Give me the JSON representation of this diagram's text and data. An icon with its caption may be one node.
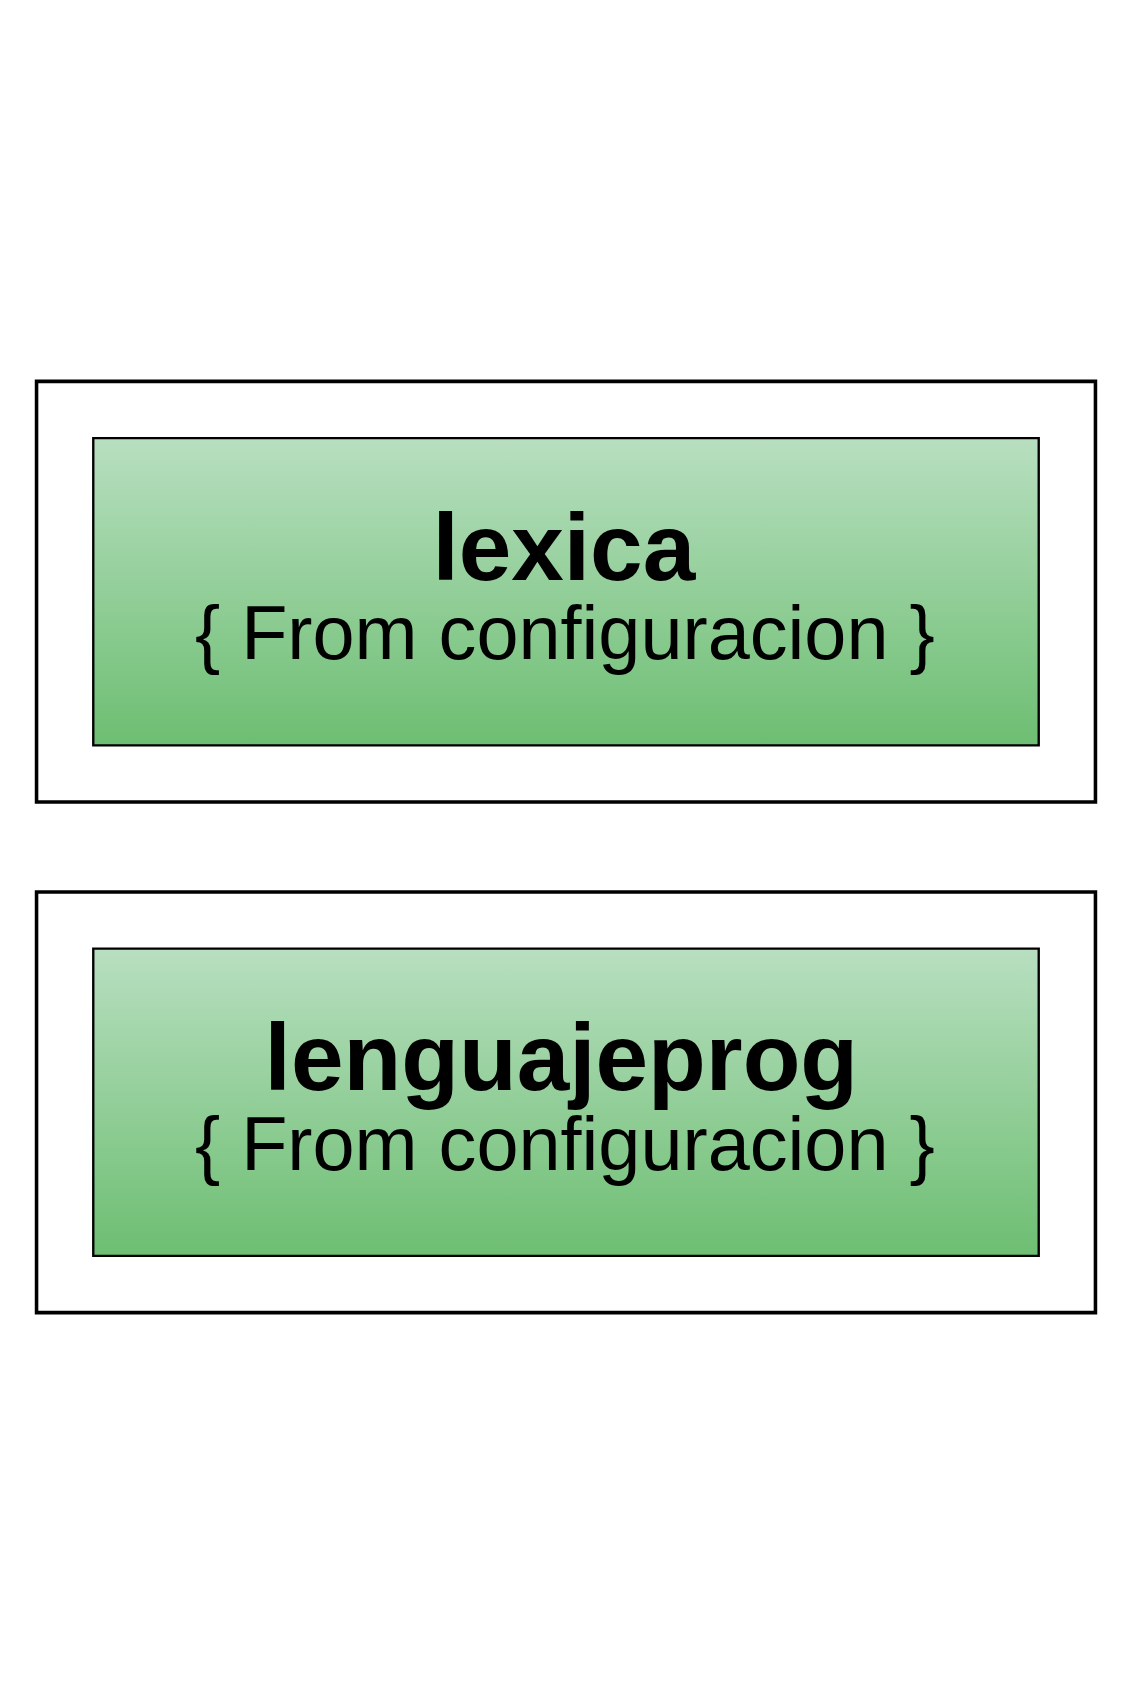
{
  "diagram": {
    "nodes": [
      {
        "text": [],
        "shape": "package"
      },
      {
        "text": [
          "lenguajeprog",
          "{ From configuracion }"
        ],
        "in": 0
      },
      {
        "text": [],
        "shape": "package"
      },
      {
        "text": [
          "lexica",
          "{ From configuracion }"
        ],
        "in": 2
      }
    ]
  }
}
